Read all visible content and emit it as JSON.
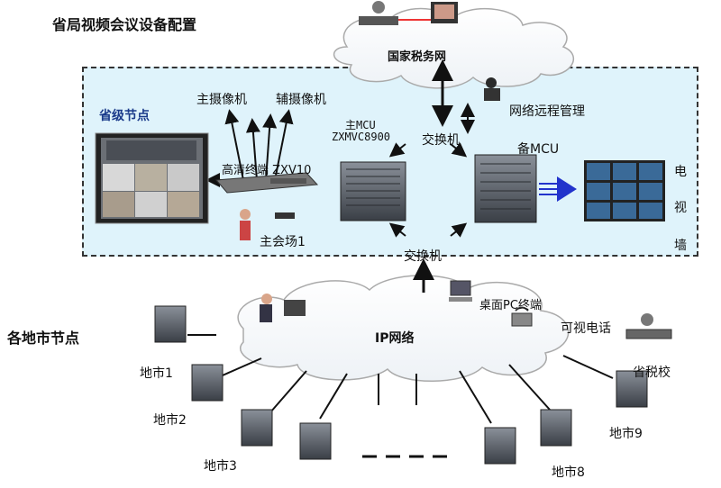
{
  "title": "省局视频会议设备配置",
  "cloud_top": {
    "label": "国家税务网"
  },
  "province": {
    "label": "省级节点",
    "cameras": {
      "main": "主摄像机",
      "aux": "辅摄像机"
    },
    "hd_terminal": "高清终端 ZXV10",
    "main_mcu": {
      "line1": "主MCU",
      "line2": "ZXMVC8900"
    },
    "switch_top": "交换机",
    "remote_mgmt": "网络远程管理",
    "backup_mcu": "备MCU",
    "tv_chars": [
      "电",
      "视",
      "墙"
    ],
    "main_venue": "主会场1",
    "switch_bottom": "交换机"
  },
  "city_nodes_label": "各地市节点",
  "ip_cloud": {
    "label": "IP网络"
  },
  "desktop_terminal": "桌面PC终端",
  "video_phone": "可视电话",
  "tax_school": "省税校",
  "cities": [
    "地市1",
    "地市2",
    "地市3",
    "地市8",
    "地市9"
  ],
  "colors": {
    "box_fill": "#dff3fb",
    "cloud_fill": "#ffffff",
    "arrow": "#111111",
    "tv_arrow": "#2233cc"
  }
}
